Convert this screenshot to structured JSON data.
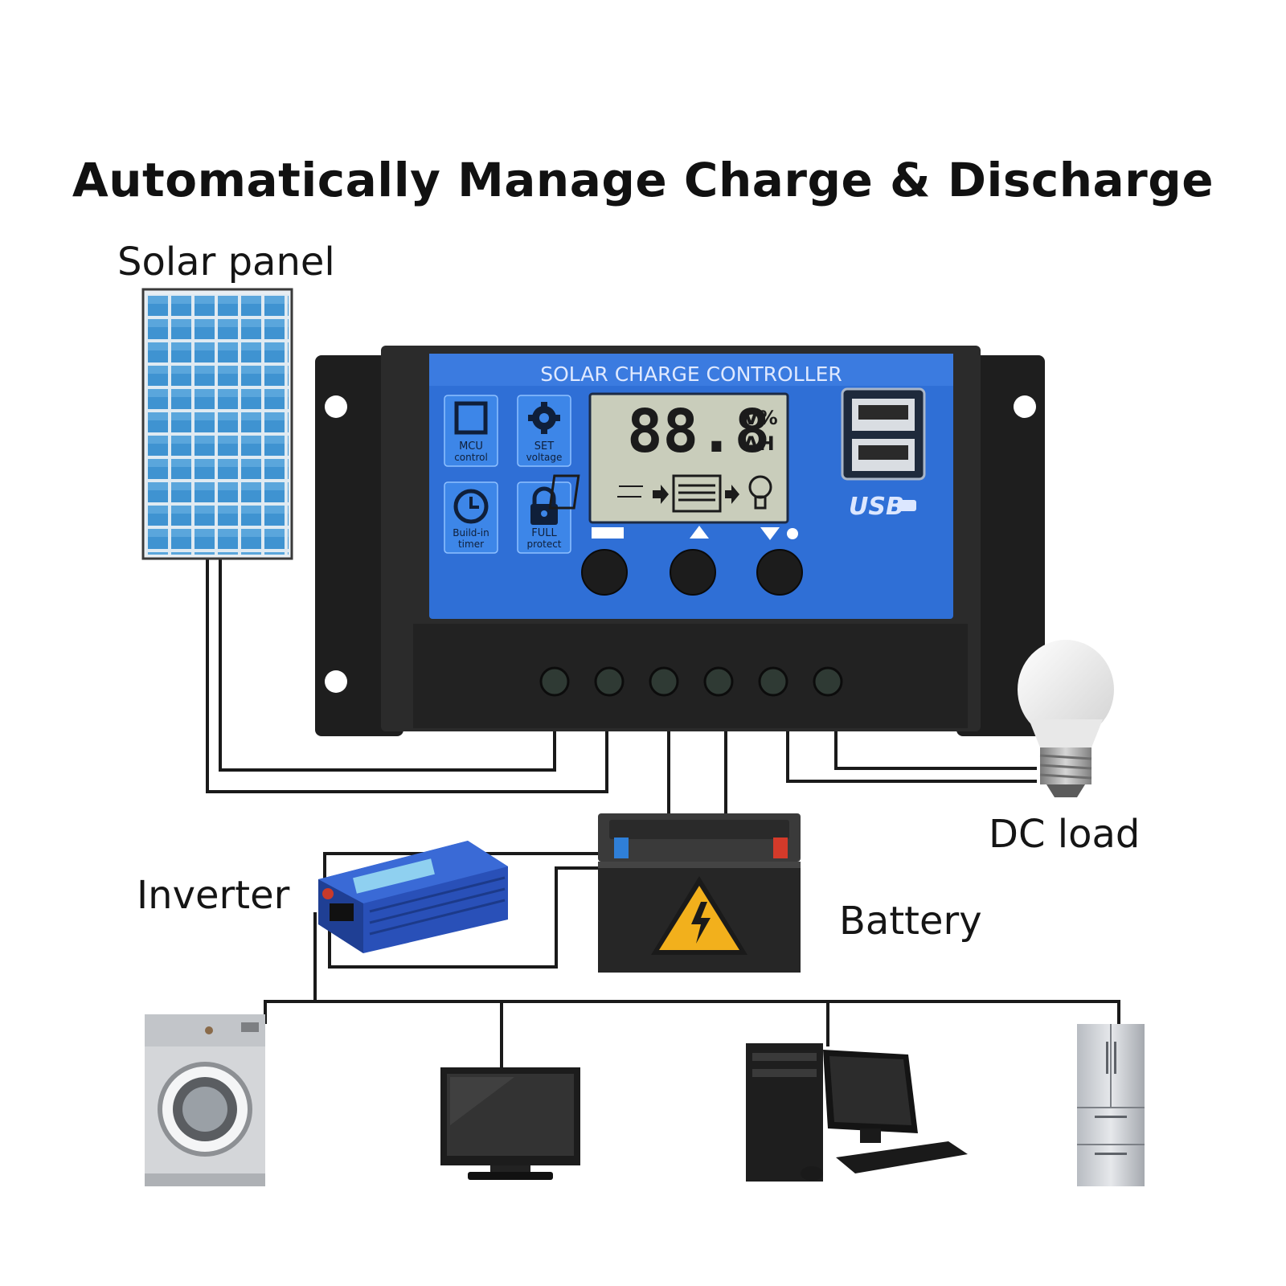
{
  "title": "Automatically Manage Charge & Discharge",
  "labels": {
    "solar_panel": "Solar panel",
    "dc_load": "DC load",
    "inverter": "Inverter",
    "battery": "Battery"
  },
  "controller": {
    "header": "SOLAR CHARGE CONTROLLER",
    "display_digits": "88.8",
    "display_units_top": "V%",
    "display_units_bottom": "AH",
    "usb_label": "USB",
    "features": [
      {
        "line1": "MCU",
        "line2": "control",
        "icon": "chip-icon"
      },
      {
        "line1": "SET",
        "line2": "voltage",
        "icon": "gear-icon"
      },
      {
        "line1": "Build-in",
        "line2": "timer",
        "icon": "clock-icon"
      },
      {
        "line1": "FULL",
        "line2": "protect",
        "icon": "lock-icon"
      }
    ],
    "buttons": [
      "menu-button",
      "up-button",
      "down-button"
    ]
  },
  "appliances": [
    "washing-machine",
    "tv-monitor",
    "desktop-computer",
    "refrigerator"
  ],
  "colors": {
    "controller_blue": "#2f6fd6",
    "controller_body": "#2a2a2a",
    "lcd": "#c9cdbb",
    "solar_cell": "#4a9fd8",
    "inverter_blue": "#2950b8",
    "warning_yellow": "#f2b01c"
  }
}
